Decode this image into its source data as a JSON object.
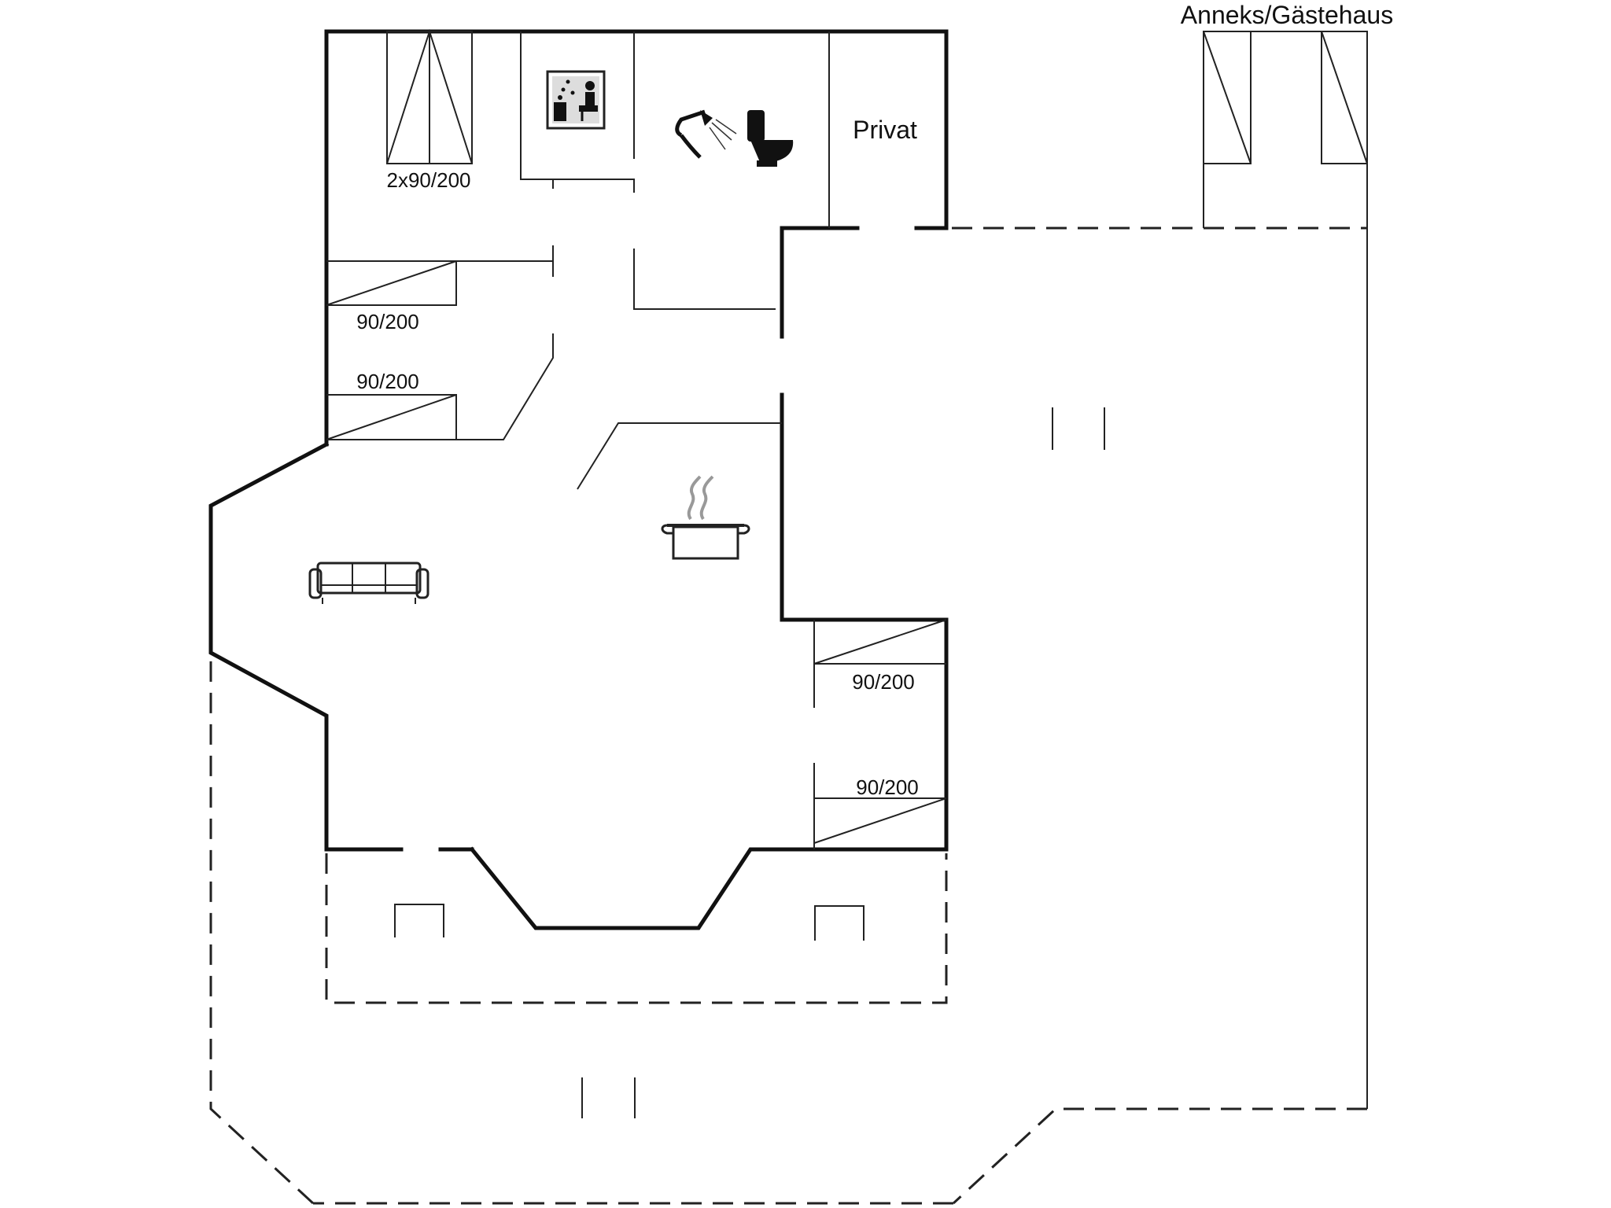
{
  "labels": {
    "annex": "Anneks/Gästehaus",
    "private_room": "Privat",
    "bed_double": "2x90/200",
    "bed_room2": "90/200",
    "bed_room3": "90/200",
    "bed_room4": "90/200",
    "bed_room5": "90/200"
  },
  "icons": [
    "sauna-icon",
    "shower-icon",
    "toilet-icon",
    "cooking-pot-icon",
    "sofa-icon"
  ]
}
